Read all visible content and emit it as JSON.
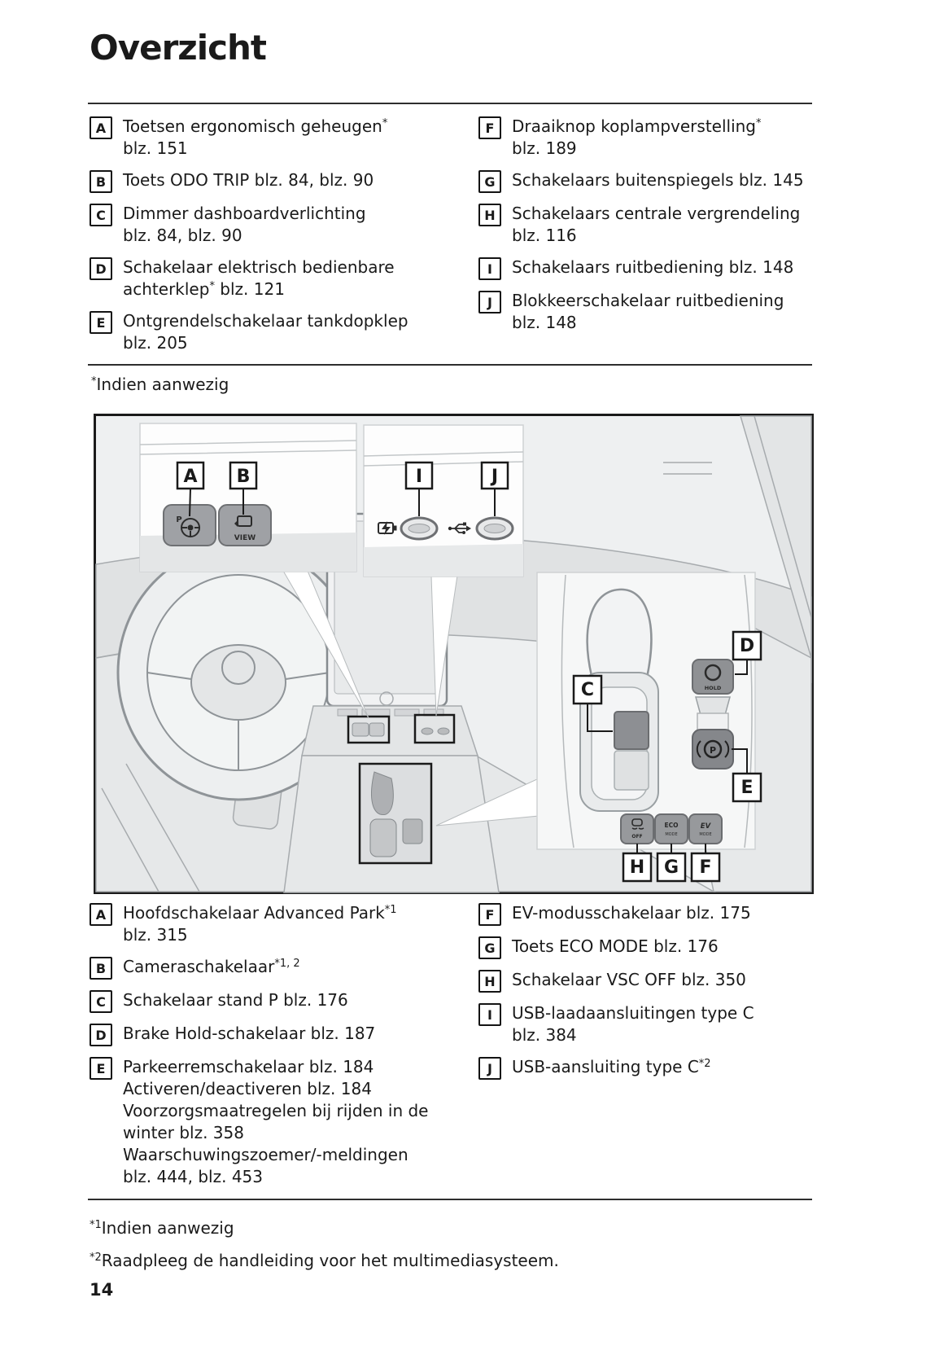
{
  "page": {
    "title": "Overzicht",
    "page_number": "14"
  },
  "note_star": [
    {
      "s": "*"
    },
    {
      "t": "Indien aanwezig"
    }
  ],
  "footnotes": [
    [
      {
        "s": "*1"
      },
      {
        "t": "Indien aanwezig"
      }
    ],
    [
      {
        "s": "*2"
      },
      {
        "t": "Raadpleeg de handleiding voor het multimediasysteem."
      }
    ]
  ],
  "top_list": {
    "left": [
      {
        "key": "A",
        "lines": [
          [
            {
              "t": "Toetsen ergonomisch geheugen"
            },
            {
              "s": "*"
            }
          ],
          [
            {
              "t": "blz. 151"
            }
          ]
        ]
      },
      {
        "key": "B",
        "lines": [
          [
            {
              "t": "Toets ODO TRIP blz. 84, blz. 90"
            }
          ]
        ]
      },
      {
        "key": "C",
        "lines": [
          [
            {
              "t": "Dimmer dashboardverlichting"
            }
          ],
          [
            {
              "t": "blz. 84, blz. 90"
            }
          ]
        ]
      },
      {
        "key": "D",
        "lines": [
          [
            {
              "t": "Schakelaar elektrisch bedienbare"
            }
          ],
          [
            {
              "t": "achterklep"
            },
            {
              "s": "*"
            },
            {
              "t": " blz. 121"
            }
          ]
        ]
      },
      {
        "key": "E",
        "lines": [
          [
            {
              "t": "Ontgrendelschakelaar tankdopklep"
            }
          ],
          [
            {
              "t": "blz. 205"
            }
          ]
        ]
      }
    ],
    "right": [
      {
        "key": "F",
        "lines": [
          [
            {
              "t": "Draaiknop koplampverstelling"
            },
            {
              "s": "*"
            }
          ],
          [
            {
              "t": "blz. 189"
            }
          ]
        ]
      },
      {
        "key": "G",
        "lines": [
          [
            {
              "t": "Schakelaars buitenspiegels blz. 145"
            }
          ]
        ]
      },
      {
        "key": "H",
        "lines": [
          [
            {
              "t": "Schakelaars centrale vergrendeling"
            }
          ],
          [
            {
              "t": "blz. 116"
            }
          ]
        ]
      },
      {
        "key": "I",
        "lines": [
          [
            {
              "t": "Schakelaars ruitbediening blz. 148"
            }
          ]
        ]
      },
      {
        "key": "J",
        "lines": [
          [
            {
              "t": "Blokkeerschakelaar ruitbediening"
            }
          ],
          [
            {
              "t": "blz. 148"
            }
          ]
        ]
      }
    ]
  },
  "bottom_list": {
    "left": [
      {
        "key": "A",
        "lines": [
          [
            {
              "t": "Hoofdschakelaar Advanced Park"
            },
            {
              "s": "*1"
            }
          ],
          [
            {
              "t": "blz. 315"
            }
          ]
        ]
      },
      {
        "key": "B",
        "lines": [
          [
            {
              "t": "Cameraschakelaar"
            },
            {
              "s": "*1, 2"
            }
          ]
        ]
      },
      {
        "key": "C",
        "lines": [
          [
            {
              "t": "Schakelaar stand P blz. 176"
            }
          ]
        ]
      },
      {
        "key": "D",
        "lines": [
          [
            {
              "t": "Brake Hold-schakelaar blz. 187"
            }
          ]
        ]
      },
      {
        "key": "E",
        "lines": [
          [
            {
              "t": "Parkeerremschakelaar blz. 184"
            }
          ],
          [
            {
              "t": "Activeren/deactiveren blz. 184"
            }
          ],
          [
            {
              "t": "Voorzorgsmaatregelen bij rijden in de"
            }
          ],
          [
            {
              "t": "winter blz. 358"
            }
          ],
          [
            {
              "t": "Waarschuwingszoemer/-meldingen"
            }
          ],
          [
            {
              "t": "blz. 444, blz. 453"
            }
          ]
        ]
      }
    ],
    "right": [
      {
        "key": "F",
        "lines": [
          [
            {
              "t": "EV-modusschakelaar blz. 175"
            }
          ]
        ]
      },
      {
        "key": "G",
        "lines": [
          [
            {
              "t": "Toets ECO MODE blz. 176"
            }
          ]
        ]
      },
      {
        "key": "H",
        "lines": [
          [
            {
              "t": "Schakelaar VSC OFF blz. 350"
            }
          ]
        ]
      },
      {
        "key": "I",
        "lines": [
          [
            {
              "t": "USB-laadaansluitingen type C"
            }
          ],
          [
            {
              "t": "blz. 384"
            }
          ]
        ]
      },
      {
        "key": "J",
        "lines": [
          [
            {
              "t": "USB-aansluiting type C"
            },
            {
              "s": "*2"
            }
          ]
        ]
      }
    ]
  },
  "diagram": {
    "callouts": {
      "A": "A",
      "B": "B",
      "C": "C",
      "D": "D",
      "E": "E",
      "F": "F",
      "G": "G",
      "H": "H",
      "I": "I",
      "J": "J"
    },
    "buttons": {
      "memory_p": "P",
      "view": "VIEW",
      "hold": "HOLD",
      "park": "P",
      "vsc_off": "OFF",
      "eco_line1": "ECO",
      "eco_line2": "MODE",
      "ev_line1": "EV",
      "ev_line2": "MODE"
    },
    "colors": {
      "line_art": "#9aa0a4",
      "button_gray": "#97999c",
      "callout_border": "#1a1a1a"
    }
  }
}
